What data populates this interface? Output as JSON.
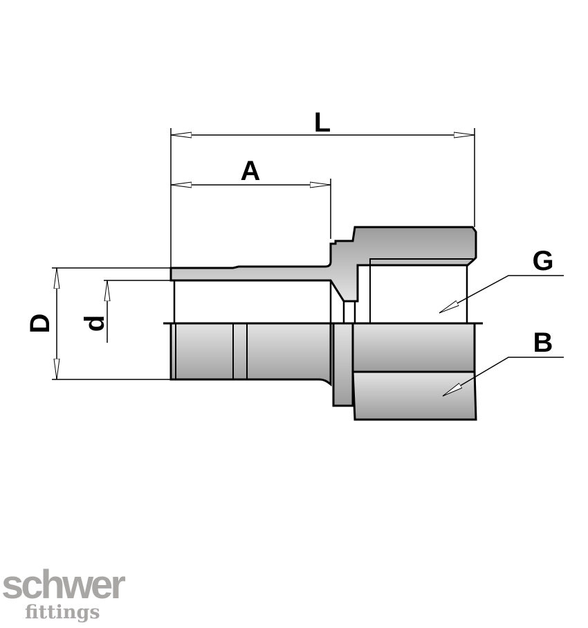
{
  "labels": {
    "L": "L",
    "A": "A",
    "D": "D",
    "d": "d",
    "G": "G",
    "B": "B"
  },
  "logo": {
    "brand": "schwer",
    "sub": "fittings",
    "color": "#a9a6a6"
  },
  "colors": {
    "part_fill_dark": "#9a9a9a",
    "part_fill_light": "#e2e2e2",
    "line": "#000000"
  }
}
